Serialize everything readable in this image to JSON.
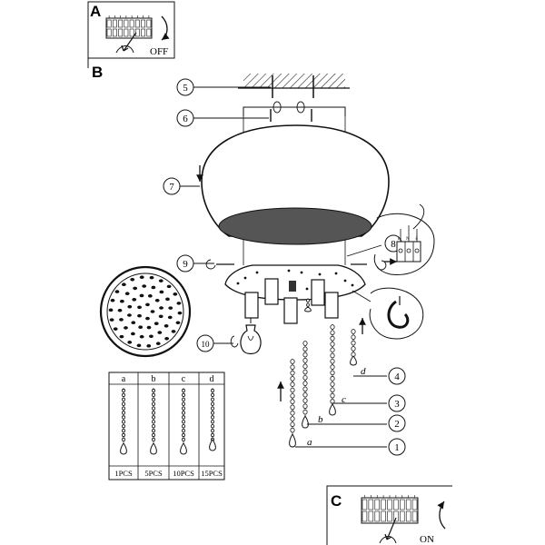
{
  "panels": {
    "a": {
      "letter": "A",
      "action": "OFF"
    },
    "b": {
      "letter": "B"
    },
    "c": {
      "letter": "C",
      "action": "ON"
    }
  },
  "callouts": [
    "1",
    "2",
    "3",
    "4",
    "5",
    "6",
    "7",
    "8",
    "9",
    "10"
  ],
  "strand_letters": [
    "a",
    "b",
    "c",
    "d"
  ],
  "terminal_labels": [
    "L",
    "N",
    "⏚"
  ],
  "strand_table": {
    "headers": [
      "a",
      "b",
      "c",
      "d"
    ],
    "quantities": [
      "1PCS",
      "5PCS",
      "10PCS",
      "15PCS"
    ]
  }
}
